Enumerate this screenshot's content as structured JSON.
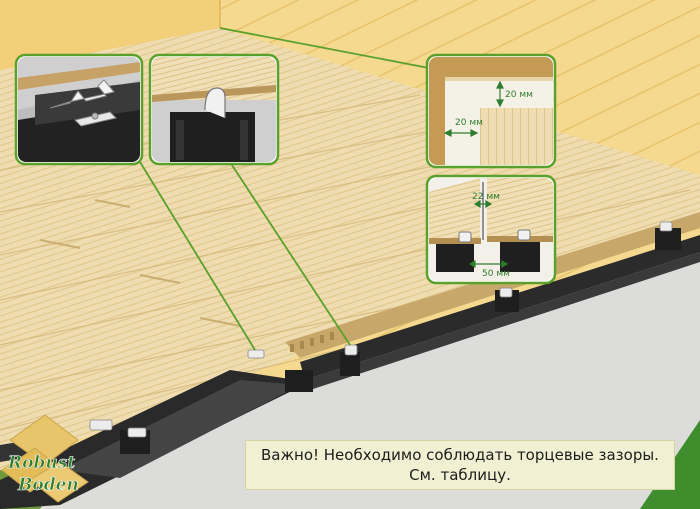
{
  "note": {
    "line1": "Важно! Необходимо соблюдать торцевые зазоры.",
    "line2": "См. таблицу."
  },
  "logo": {
    "word1": "Robust",
    "word2": "Boden"
  },
  "callouts": {
    "edge_gap_vertical": "20 мм",
    "edge_gap_horizontal": "20 мм",
    "end_gap": "22 мм",
    "joist_gap": "50 мм"
  },
  "colors": {
    "accent_green": "#5aa02c",
    "board": "#eedcb0",
    "wall": "#f3d58c",
    "joist": "#2b2b2b",
    "concrete": "#d8d8d6"
  }
}
